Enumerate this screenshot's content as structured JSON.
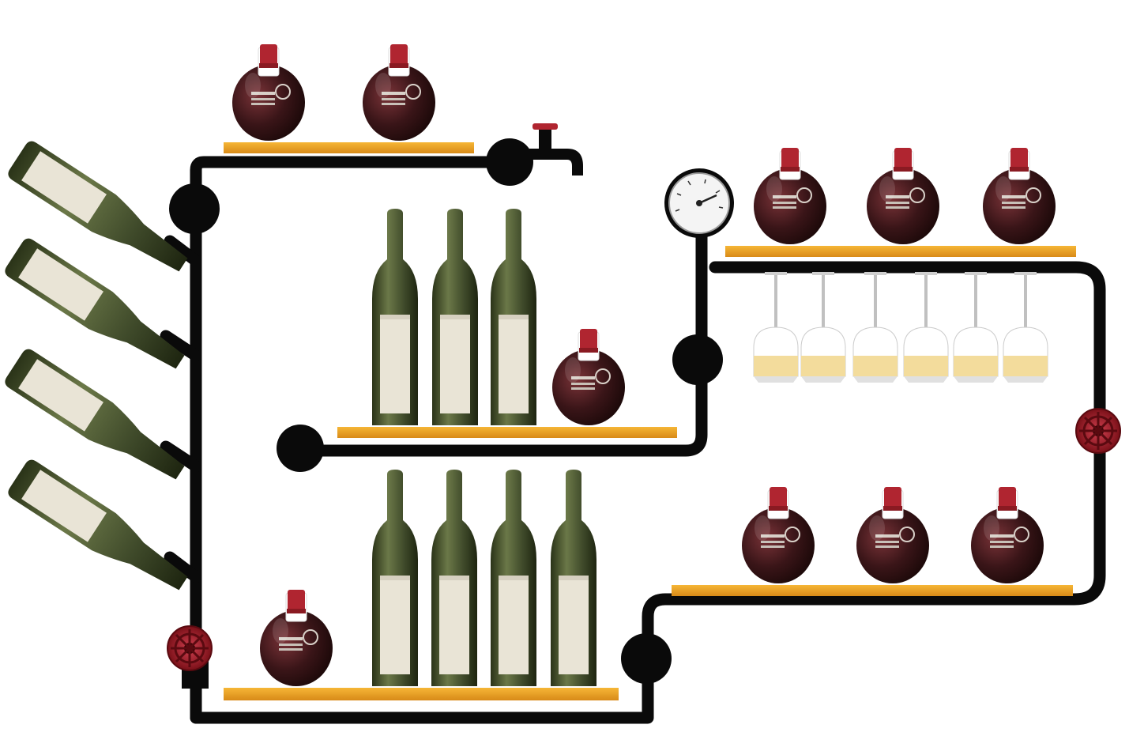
{
  "scene": {
    "subject": "industrial-pipe-wine-rack",
    "background": "#ffffff"
  },
  "colors": {
    "pipe": "#0a0a0a",
    "shelf_wood": "#f0a020",
    "shelf_edge": "#c8801a",
    "green_bottle": "#3f4a2a",
    "green_bottle_highlight": "#6b7848",
    "bottle_label": "#e9e4d6",
    "round_bottle_wine": "#3a1518",
    "round_bottle_highlight": "#7a3338",
    "cork_red": "#b02530",
    "valve_red": "#a8202a",
    "glass_wine": "#f3dc9c",
    "glass_stem": "#b8b8b8",
    "gauge_face": "#f4f4f4"
  },
  "icons": {
    "faucet": "faucet-icon",
    "gauge": "pressure-gauge-icon",
    "valve": "valve-wheel-icon"
  },
  "counts": {
    "angled_bottles_left": 4,
    "round_bottles_top_left_shelf": 2,
    "green_bottles_middle_shelf": 3,
    "round_bottles_middle_shelf": 1,
    "green_bottles_bottom_shelf": 4,
    "round_bottles_bottom_shelf": 1,
    "round_bottles_top_right_shelf": 3,
    "hanging_glasses": 6,
    "round_bottles_bottom_right_shelf": 3
  }
}
